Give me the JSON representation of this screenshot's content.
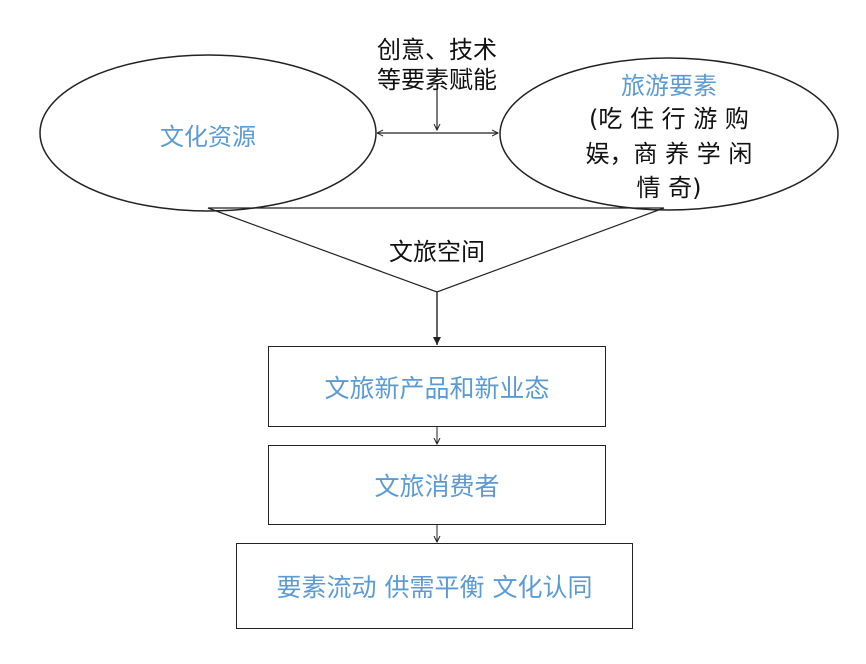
{
  "diagram": {
    "enablers": {
      "line1": "创意、技术",
      "line2": "等要素赋能"
    },
    "culture_resources": "文化资源",
    "tourism_elements": {
      "title": "旅游要素",
      "line1": "(吃 住 行 游 购",
      "line2": "娱，商 养 学 闲",
      "line3": "情 奇)"
    },
    "cultural_tourism_space": "文旅空间",
    "new_products": "文旅新产品和新业态",
    "consumers": "文旅消费者",
    "outcomes": "要素流动 供需平衡 文化认同"
  },
  "colors": {
    "accent_text": "#5B9BD5",
    "line": "#222222",
    "text": "#111111"
  }
}
